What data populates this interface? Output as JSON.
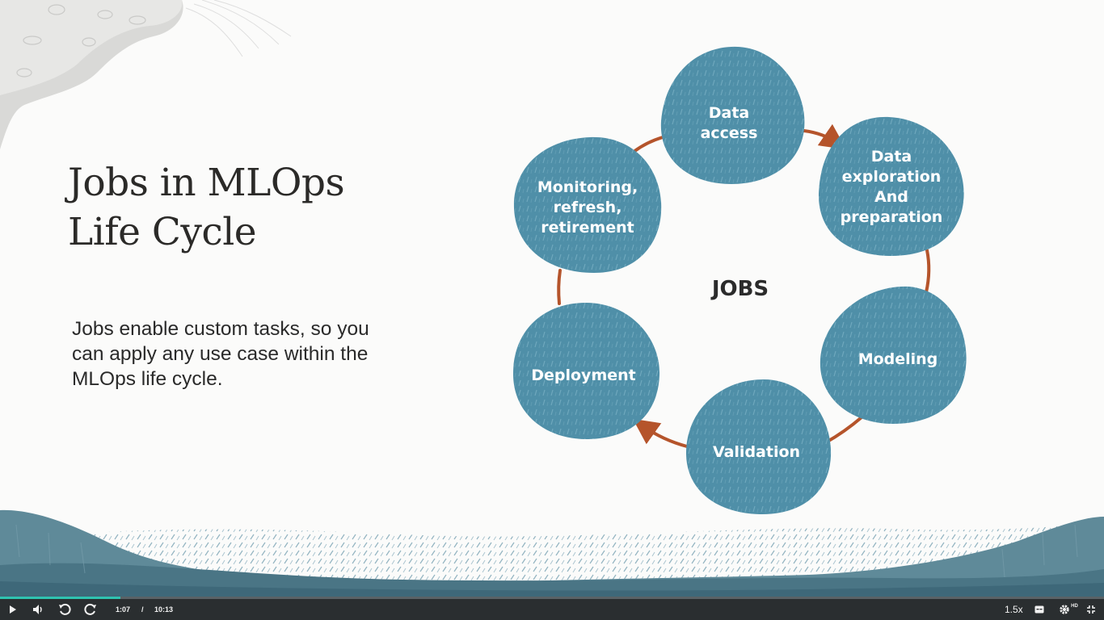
{
  "slide": {
    "title_lines": [
      "Jobs in MLOps",
      "Life Cycle"
    ],
    "body_lines": [
      "Jobs enable custom tasks, so you",
      "can apply any use case within the",
      "MLOps life cycle."
    ],
    "center_label": "JOBS",
    "stages": [
      {
        "lines": [
          "Data",
          "access"
        ]
      },
      {
        "lines": [
          "Data",
          "exploration",
          "And",
          "preparation"
        ]
      },
      {
        "lines": [
          "Modeling"
        ]
      },
      {
        "lines": [
          "Validation"
        ]
      },
      {
        "lines": [
          "Deployment"
        ]
      },
      {
        "lines": [
          "Monitoring,",
          "refresh,",
          "retirement"
        ]
      }
    ],
    "colors": {
      "blob": "#4f8fa8",
      "blob_texture": "#6fa8bd",
      "arrow": "#b5542b",
      "title": "#2b2a28"
    }
  },
  "player": {
    "current_time": "1:07",
    "separator": "/",
    "duration": "10:13",
    "speed": "1.5x",
    "progress_fraction": 0.109,
    "icons": [
      "play-icon",
      "volume-icon",
      "rewind-icon",
      "forward-icon",
      "captions-icon",
      "settings-icon",
      "fullscreen-icon"
    ],
    "hd_badge": "HD"
  }
}
